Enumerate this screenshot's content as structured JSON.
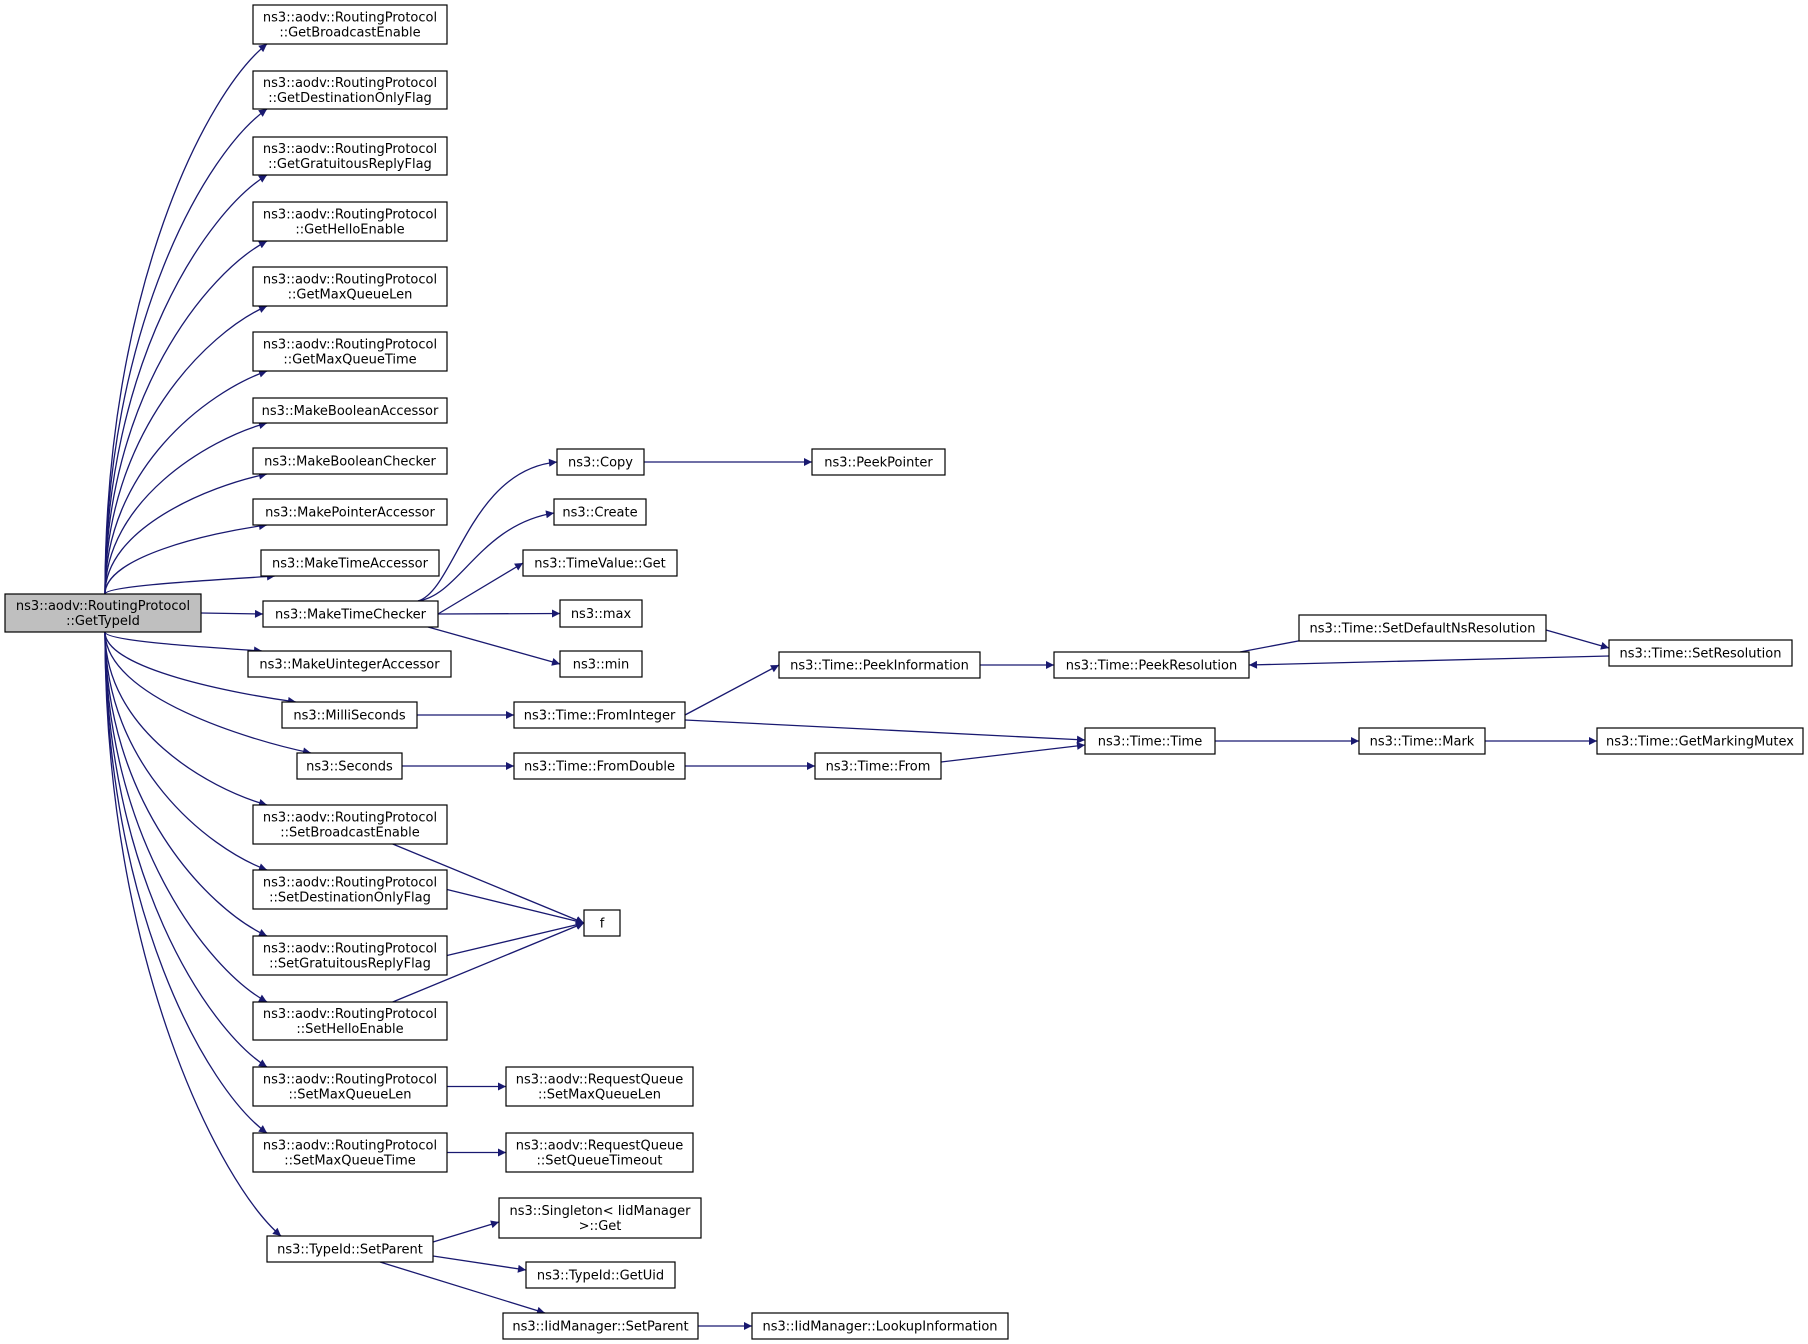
{
  "nodes": [
    {
      "id": "root",
      "lines": [
        "ns3::aodv::RoutingProtocol",
        "::GetTypeId"
      ],
      "root": true
    },
    {
      "id": "getBroadcastEnable",
      "lines": [
        "ns3::aodv::RoutingProtocol",
        "::GetBroadcastEnable"
      ]
    },
    {
      "id": "getDestinationOnlyFlag",
      "lines": [
        "ns3::aodv::RoutingProtocol",
        "::GetDestinationOnlyFlag"
      ]
    },
    {
      "id": "getGratuitousReplyFlag",
      "lines": [
        "ns3::aodv::RoutingProtocol",
        "::GetGratuitousReplyFlag"
      ]
    },
    {
      "id": "getHelloEnable",
      "lines": [
        "ns3::aodv::RoutingProtocol",
        "::GetHelloEnable"
      ]
    },
    {
      "id": "getMaxQueueLen",
      "lines": [
        "ns3::aodv::RoutingProtocol",
        "::GetMaxQueueLen"
      ]
    },
    {
      "id": "getMaxQueueTime",
      "lines": [
        "ns3::aodv::RoutingProtocol",
        "::GetMaxQueueTime"
      ]
    },
    {
      "id": "makeBooleanAccessor",
      "lines": [
        "ns3::MakeBooleanAccessor"
      ]
    },
    {
      "id": "makeBooleanChecker",
      "lines": [
        "ns3::MakeBooleanChecker"
      ]
    },
    {
      "id": "makePointerAccessor",
      "lines": [
        "ns3::MakePointerAccessor"
      ]
    },
    {
      "id": "makeTimeAccessor",
      "lines": [
        "ns3::MakeTimeAccessor"
      ]
    },
    {
      "id": "makeTimeChecker",
      "lines": [
        "ns3::MakeTimeChecker"
      ]
    },
    {
      "id": "makeUintegerAccessor",
      "lines": [
        "ns3::MakeUintegerAccessor"
      ]
    },
    {
      "id": "milliSeconds",
      "lines": [
        "ns3::MilliSeconds"
      ]
    },
    {
      "id": "seconds",
      "lines": [
        "ns3::Seconds"
      ]
    },
    {
      "id": "setBroadcastEnable",
      "lines": [
        "ns3::aodv::RoutingProtocol",
        "::SetBroadcastEnable"
      ]
    },
    {
      "id": "setDestinationOnlyFlag",
      "lines": [
        "ns3::aodv::RoutingProtocol",
        "::SetDestinationOnlyFlag"
      ]
    },
    {
      "id": "setGratuitousReplyFlag",
      "lines": [
        "ns3::aodv::RoutingProtocol",
        "::SetGratuitousReplyFlag"
      ]
    },
    {
      "id": "setHelloEnable",
      "lines": [
        "ns3::aodv::RoutingProtocol",
        "::SetHelloEnable"
      ]
    },
    {
      "id": "setMaxQueueLen",
      "lines": [
        "ns3::aodv::RoutingProtocol",
        "::SetMaxQueueLen"
      ]
    },
    {
      "id": "setMaxQueueTime",
      "lines": [
        "ns3::aodv::RoutingProtocol",
        "::SetMaxQueueTime"
      ]
    },
    {
      "id": "typeIdSetParent",
      "lines": [
        "ns3::TypeId::SetParent"
      ]
    },
    {
      "id": "copy",
      "lines": [
        "ns3::Copy"
      ]
    },
    {
      "id": "create",
      "lines": [
        "ns3::Create"
      ]
    },
    {
      "id": "timeValueGet",
      "lines": [
        "ns3::TimeValue::Get"
      ]
    },
    {
      "id": "max",
      "lines": [
        "ns3::max"
      ]
    },
    {
      "id": "min",
      "lines": [
        "ns3::min"
      ]
    },
    {
      "id": "peekPointer",
      "lines": [
        "ns3::PeekPointer"
      ]
    },
    {
      "id": "fromInteger",
      "lines": [
        "ns3::Time::FromInteger"
      ]
    },
    {
      "id": "fromDouble",
      "lines": [
        "ns3::Time::FromDouble"
      ]
    },
    {
      "id": "peekInformation",
      "lines": [
        "ns3::Time::PeekInformation"
      ]
    },
    {
      "id": "from",
      "lines": [
        "ns3::Time::From"
      ]
    },
    {
      "id": "peekResolution",
      "lines": [
        "ns3::Time::PeekResolution"
      ]
    },
    {
      "id": "setDefaultNsResolution",
      "lines": [
        "ns3::Time::SetDefaultNsResolution"
      ]
    },
    {
      "id": "setResolution",
      "lines": [
        "ns3::Time::SetResolution"
      ]
    },
    {
      "id": "timeTime",
      "lines": [
        "ns3::Time::Time"
      ]
    },
    {
      "id": "mark",
      "lines": [
        "ns3::Time::Mark"
      ]
    },
    {
      "id": "getMarkingMutex",
      "lines": [
        "ns3::Time::GetMarkingMutex"
      ]
    },
    {
      "id": "f",
      "lines": [
        "f"
      ]
    },
    {
      "id": "rqSetMaxQueueLen",
      "lines": [
        "ns3::aodv::RequestQueue",
        "::SetMaxQueueLen"
      ]
    },
    {
      "id": "rqSetQueueTimeout",
      "lines": [
        "ns3::aodv::RequestQueue",
        "::SetQueueTimeout"
      ]
    },
    {
      "id": "singletonGet",
      "lines": [
        "ns3::Singleton< IidManager",
        " >::Get"
      ]
    },
    {
      "id": "typeIdGetUid",
      "lines": [
        "ns3::TypeId::GetUid"
      ]
    },
    {
      "id": "iidSetParent",
      "lines": [
        "ns3::IidManager::SetParent"
      ]
    },
    {
      "id": "lookupInformation",
      "lines": [
        "ns3::IidManager::LookupInformation"
      ]
    }
  ],
  "edges": [
    [
      "root",
      "getBroadcastEnable"
    ],
    [
      "root",
      "getDestinationOnlyFlag"
    ],
    [
      "root",
      "getGratuitousReplyFlag"
    ],
    [
      "root",
      "getHelloEnable"
    ],
    [
      "root",
      "getMaxQueueLen"
    ],
    [
      "root",
      "getMaxQueueTime"
    ],
    [
      "root",
      "makeBooleanAccessor"
    ],
    [
      "root",
      "makeBooleanChecker"
    ],
    [
      "root",
      "makePointerAccessor"
    ],
    [
      "root",
      "makeTimeAccessor"
    ],
    [
      "root",
      "makeTimeChecker"
    ],
    [
      "root",
      "makeUintegerAccessor"
    ],
    [
      "root",
      "milliSeconds"
    ],
    [
      "root",
      "seconds"
    ],
    [
      "root",
      "setBroadcastEnable"
    ],
    [
      "root",
      "setDestinationOnlyFlag"
    ],
    [
      "root",
      "setGratuitousReplyFlag"
    ],
    [
      "root",
      "setHelloEnable"
    ],
    [
      "root",
      "setMaxQueueLen"
    ],
    [
      "root",
      "setMaxQueueTime"
    ],
    [
      "root",
      "typeIdSetParent"
    ],
    [
      "makeTimeChecker",
      "copy"
    ],
    [
      "makeTimeChecker",
      "create"
    ],
    [
      "makeTimeChecker",
      "timeValueGet"
    ],
    [
      "makeTimeChecker",
      "max"
    ],
    [
      "makeTimeChecker",
      "min"
    ],
    [
      "copy",
      "peekPointer"
    ],
    [
      "milliSeconds",
      "fromInteger"
    ],
    [
      "seconds",
      "fromDouble"
    ],
    [
      "fromInteger",
      "peekInformation"
    ],
    [
      "fromInteger",
      "timeTime"
    ],
    [
      "fromDouble",
      "from"
    ],
    [
      "from",
      "timeTime"
    ],
    [
      "peekInformation",
      "peekResolution"
    ],
    [
      "peekResolution",
      "setDefaultNsResolution"
    ],
    [
      "setDefaultNsResolution",
      "setResolution"
    ],
    [
      "setResolution",
      "peekResolution"
    ],
    [
      "timeTime",
      "mark"
    ],
    [
      "mark",
      "getMarkingMutex"
    ],
    [
      "setBroadcastEnable",
      "f"
    ],
    [
      "setDestinationOnlyFlag",
      "f"
    ],
    [
      "setGratuitousReplyFlag",
      "f"
    ],
    [
      "setHelloEnable",
      "f"
    ],
    [
      "setMaxQueueLen",
      "rqSetMaxQueueLen"
    ],
    [
      "setMaxQueueTime",
      "rqSetQueueTimeout"
    ],
    [
      "typeIdSetParent",
      "singletonGet"
    ],
    [
      "typeIdSetParent",
      "typeIdGetUid"
    ],
    [
      "typeIdSetParent",
      "iidSetParent"
    ],
    [
      "iidSetParent",
      "lookupInformation"
    ]
  ],
  "colors": {
    "edge": "#191970",
    "root_fill": "#bfbfbf",
    "node_fill": "#ffffff",
    "border": "#000000"
  }
}
